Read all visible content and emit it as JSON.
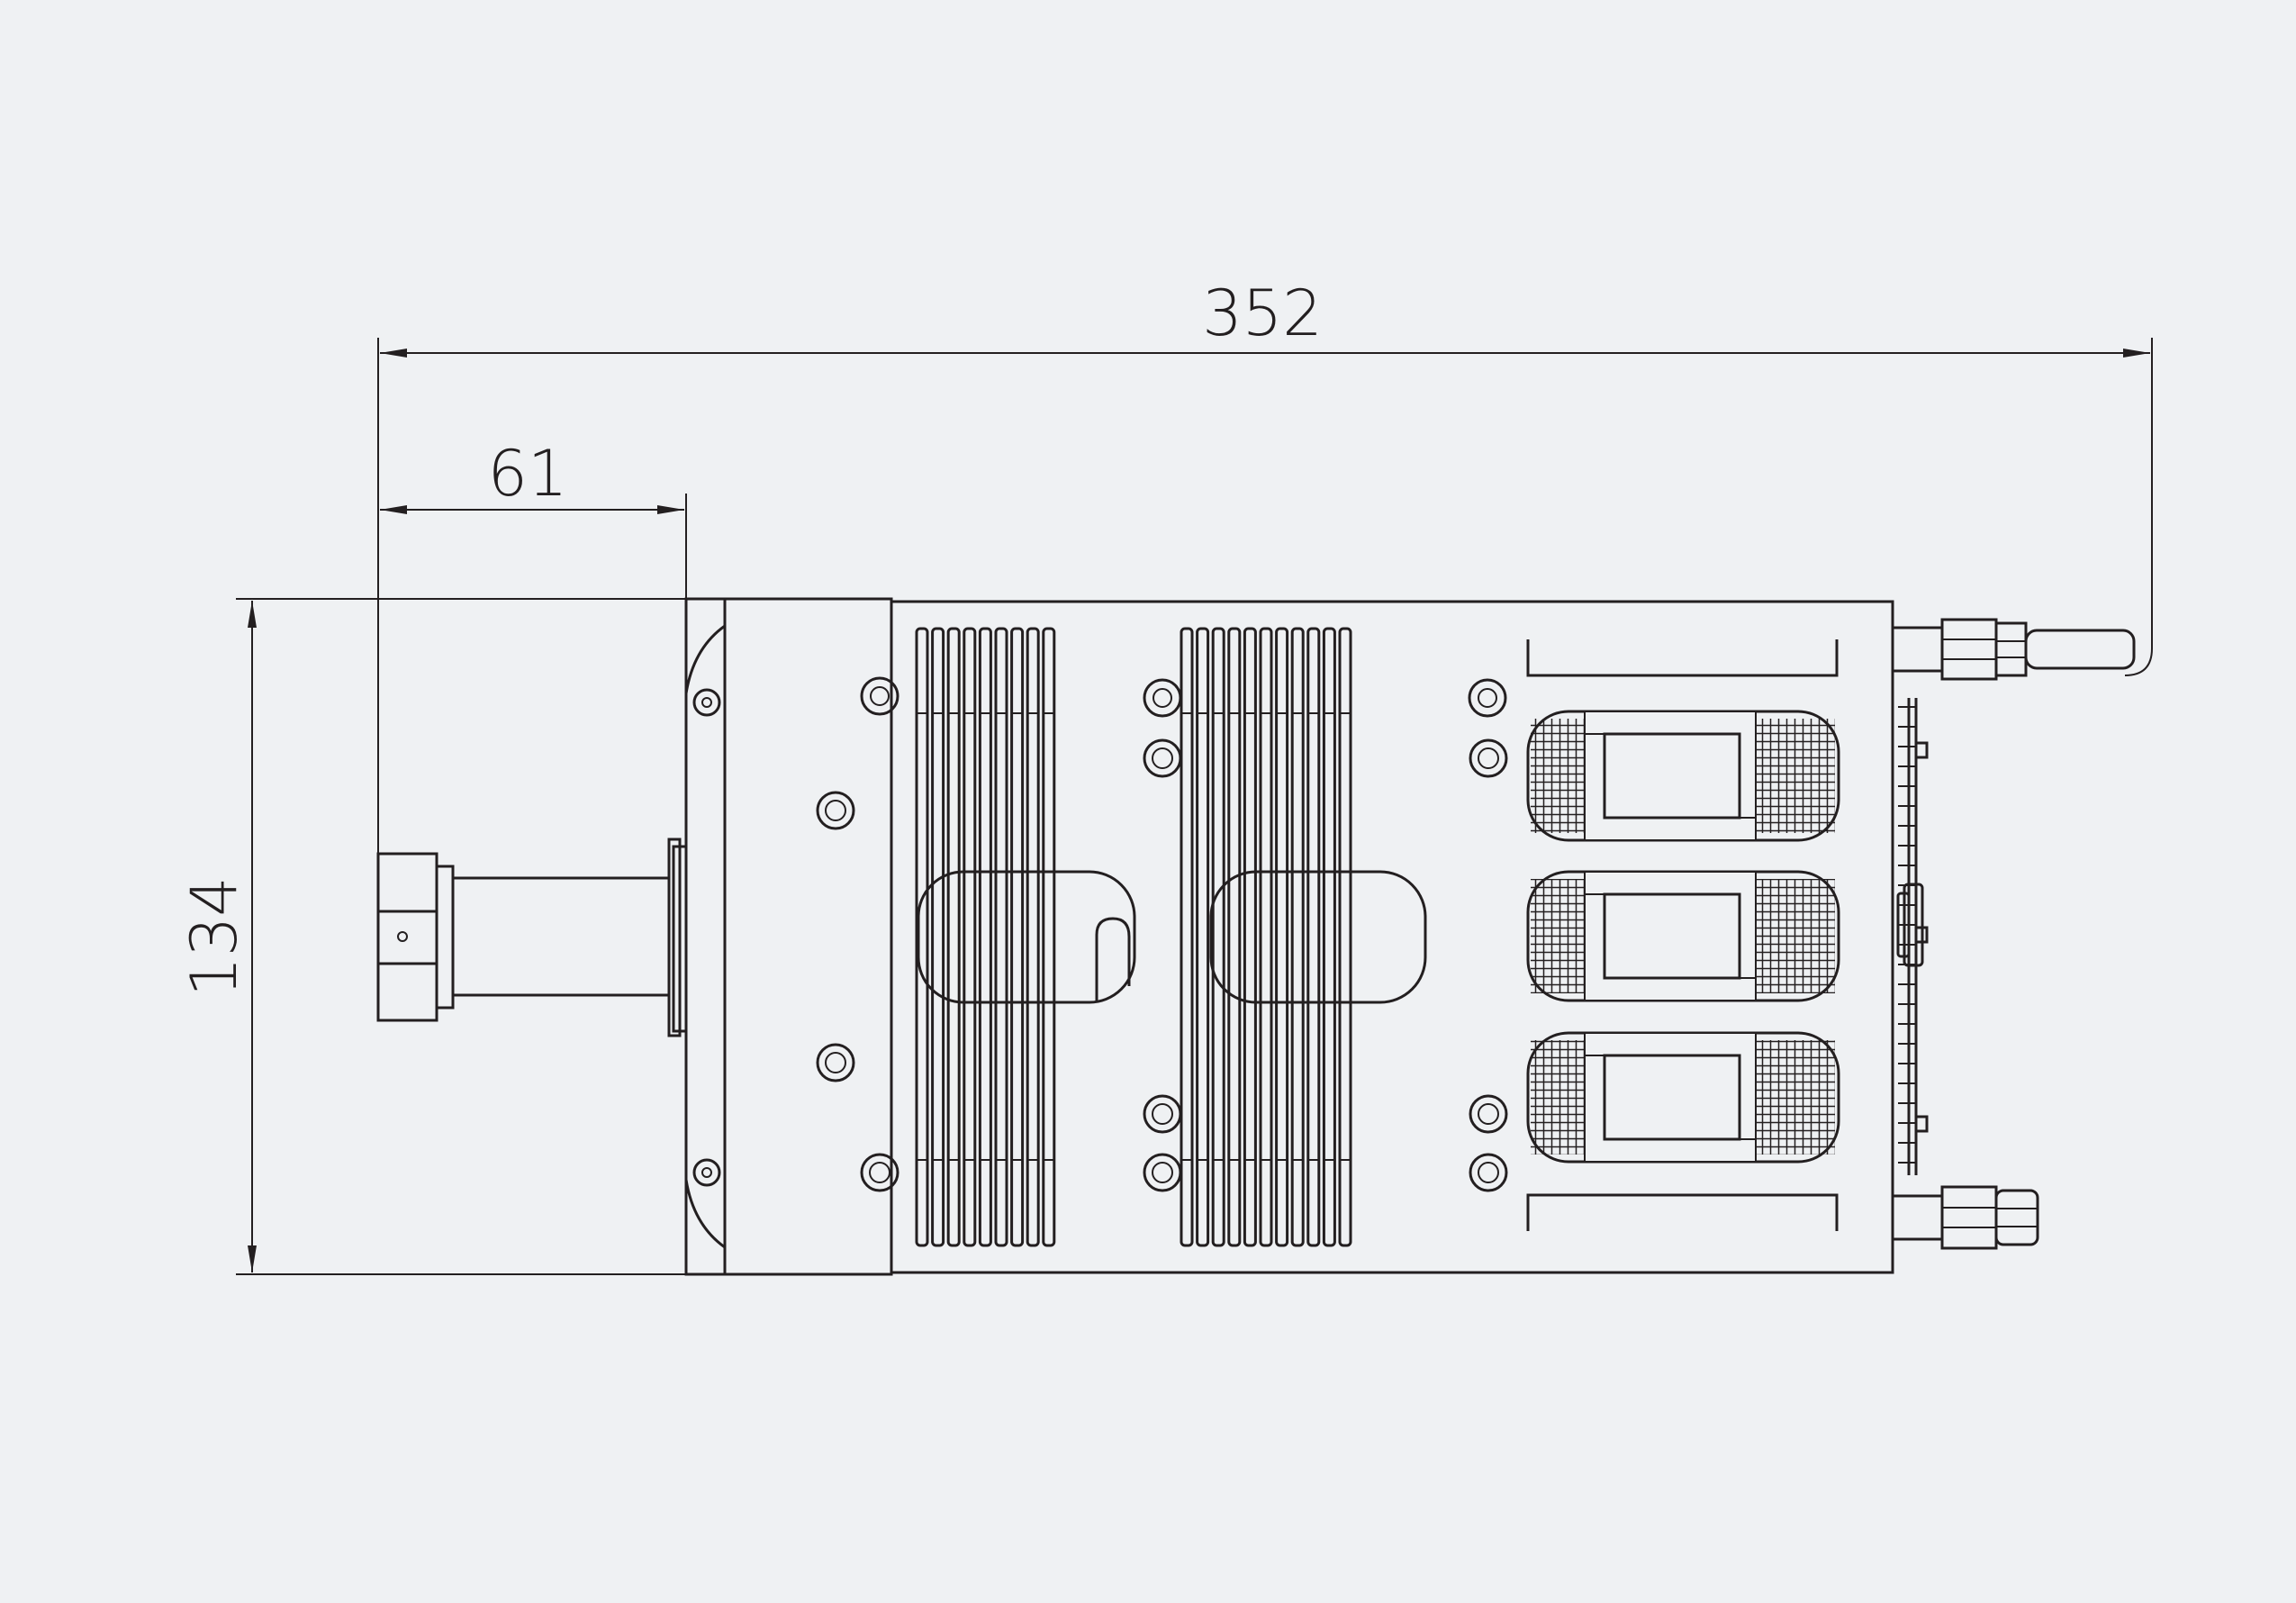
{
  "dimensions": {
    "total_length": "352",
    "flange_offset": "61",
    "height": "134"
  },
  "colors": {
    "background": "#eff1f3",
    "line": "#231f20"
  }
}
